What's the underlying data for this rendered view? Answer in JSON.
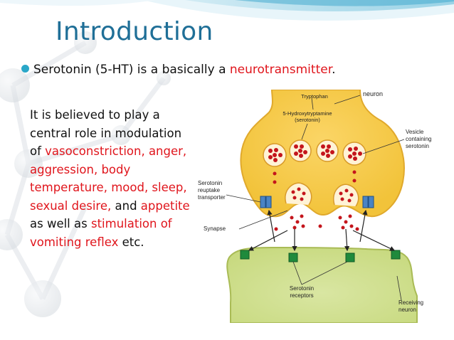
{
  "slide": {
    "title": "Introduction",
    "bullet": {
      "text_before": "Serotonin (5-HT) is a basically a ",
      "highlight": "neurotransmitter",
      "text_after": "."
    },
    "description": {
      "intro": "It is believed to play a central role in modulation of",
      "list_red": "vasoconstriction, anger, aggression, body temperature, mood, sleep, sexual desire,",
      "and_word": "and",
      "appetite": "appetite",
      "as_well_as": "as well as",
      "stimulation": "stimulation of vomiting reflex",
      "etc": "etc."
    },
    "accent_color": "#e0151c",
    "title_color": "#1f6f97"
  },
  "diagram": {
    "labels": {
      "tryptophan": "Tryptophan",
      "neuron": "neuron",
      "hydroxy_line1": "5-Hydroxytryptamine",
      "hydroxy_line2": "(serotonin)",
      "vesicle_line1": "Vesicle",
      "vesicle_line2": "containing",
      "vesicle_line3": "serotonin",
      "reuptake_line1": "Serotonin",
      "reuptake_line2": "reuptake",
      "reuptake_line3": "transporter",
      "synapse": "Synapse",
      "receptors_line1": "Serotonin",
      "receptors_line2": "receptors",
      "receiving_line1": "Receiving",
      "receiving_line2": "neuron"
    }
  }
}
